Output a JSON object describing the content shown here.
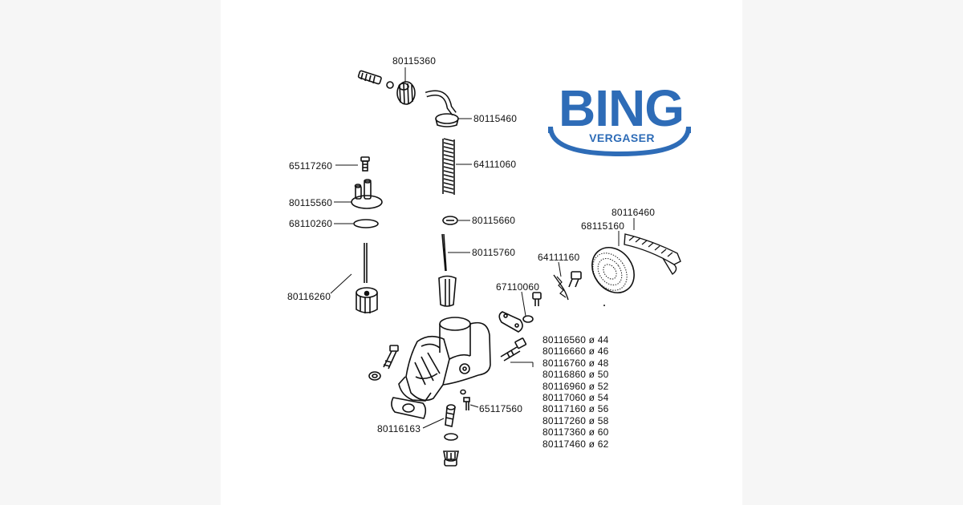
{
  "logo": {
    "brand": "BING",
    "tagline": "VERGASER",
    "color": "#2e6cb7"
  },
  "labels": {
    "p80115360": "80115360",
    "p80115460": "80115460",
    "p64111060": "64111060",
    "p65117260": "65117260",
    "p80115560": "80115560",
    "p68110260": "68110260",
    "p80115660": "80115660",
    "p80115760": "80115760",
    "p80116260": "80116260",
    "p80116460": "80116460",
    "p68115160": "68115160",
    "p64111160": "64111160",
    "p67110060": "67110060",
    "p65117560": "65117560",
    "p80116163": "80116163"
  },
  "size_list": [
    "80116560 ø 44",
    "80116660 ø 46",
    "80116760 ø 48",
    "80116860 ø 50",
    "80116960 ø 52",
    "80117060 ø 54",
    "80117160 ø 56",
    "80117260 ø 58",
    "80117360 ø 60",
    "80117460 ø 62"
  ]
}
